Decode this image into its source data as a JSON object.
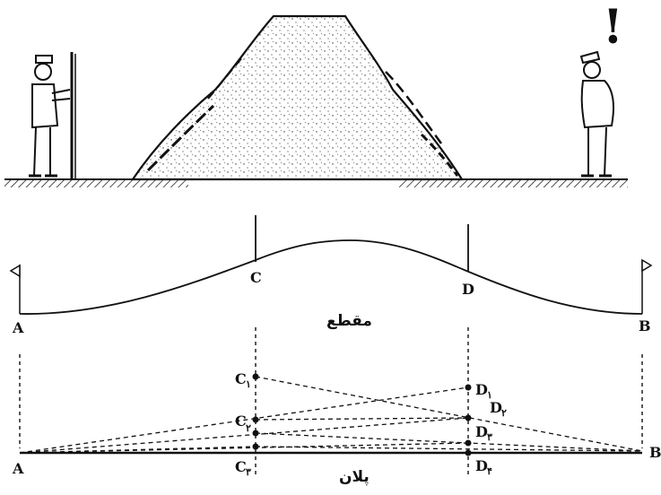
{
  "section": {
    "title": "مقطع",
    "labels": {
      "A": "A",
      "B": "B",
      "C": "C",
      "D": "D"
    }
  },
  "plan": {
    "title": "پلان",
    "A": "A",
    "B": "B",
    "points": [
      {
        "letter": "C",
        "sub": "۱"
      },
      {
        "letter": "C",
        "sub": "۲"
      },
      {
        "letter": "C",
        "sub": "۳"
      },
      {
        "letter": "D",
        "sub": "۱"
      },
      {
        "letter": "D",
        "sub": "۲"
      },
      {
        "letter": "D",
        "sub": "۳"
      },
      {
        "letter": "D",
        "sub": "۴"
      }
    ]
  },
  "illustration": {
    "exclamation": "!"
  }
}
